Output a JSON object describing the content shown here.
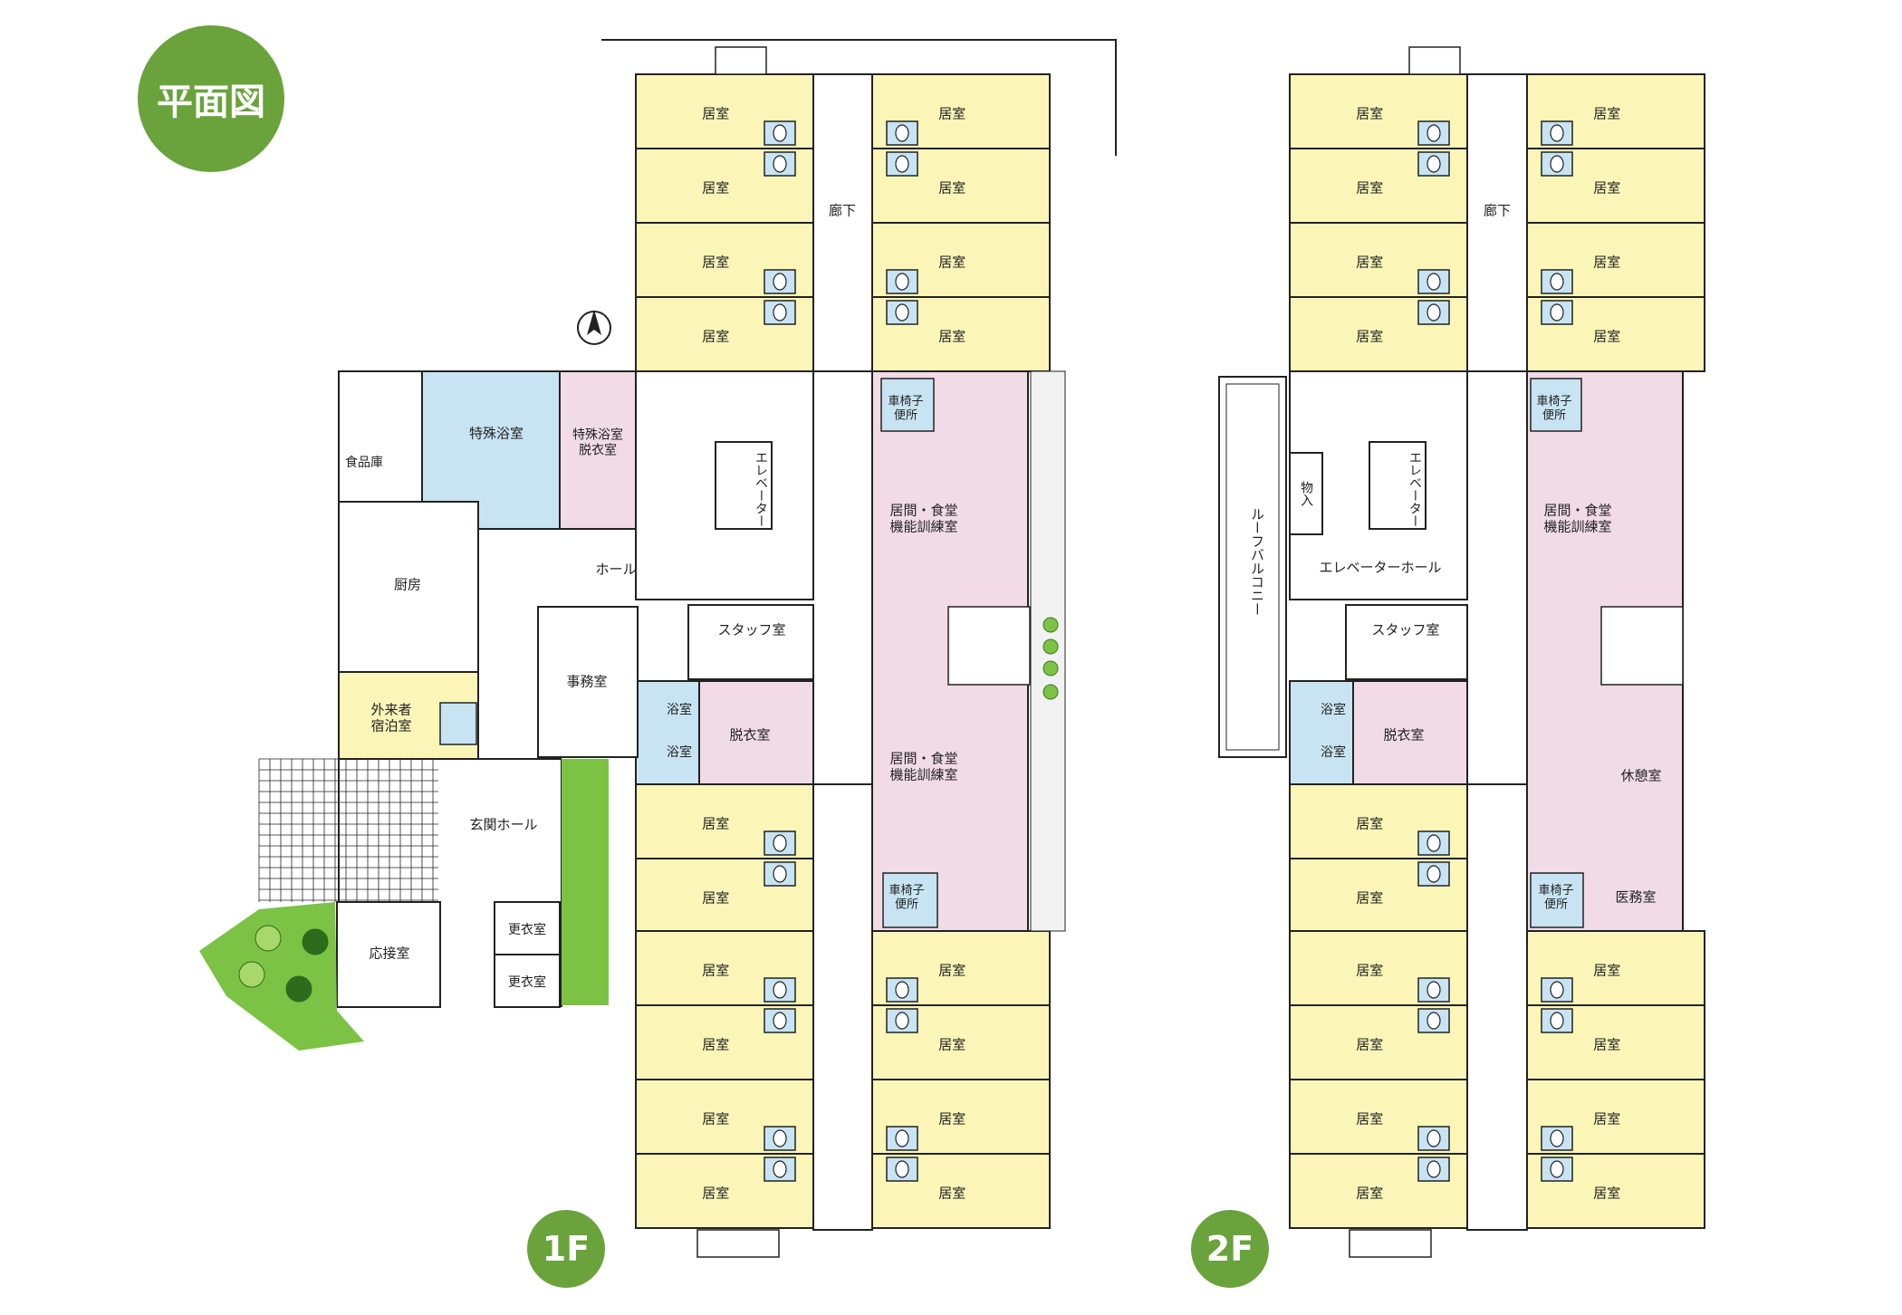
{
  "title": "平面図",
  "floors": [
    "1F",
    "2F"
  ],
  "labels": {
    "room": "居室",
    "corridor": "廊下",
    "special_bath": "特殊浴室",
    "special_bath_changing": "特殊浴室\n脱衣室",
    "food_storage": "食品庫",
    "kitchen": "厨房",
    "hall": "ホール",
    "office": "事務室",
    "staff_room": "スタッフ室",
    "bath": "浴室",
    "changing_room": "脱衣室",
    "guest_room": "外来者\n宿泊室",
    "entrance_hall": "玄関ホール",
    "reception_room": "応接室",
    "locker_room": "更衣室",
    "elevator": "エレベーター",
    "wheelchair_toilet": "車椅子\n便所",
    "living_dining": "居間・食堂\n機能訓練室",
    "storage": "物入",
    "elevator_hall": "エレベーターホール",
    "roof_balcony": "ルーフバルコニー",
    "lounge": "休憩室",
    "medical_room": "医務室"
  },
  "colors": {
    "room": "#fbf6b8",
    "pink": "#f1dbe6",
    "blue": "#c8e4f3",
    "green": "#7cc244",
    "badge": "#6aa33b",
    "wall": "#222222"
  }
}
